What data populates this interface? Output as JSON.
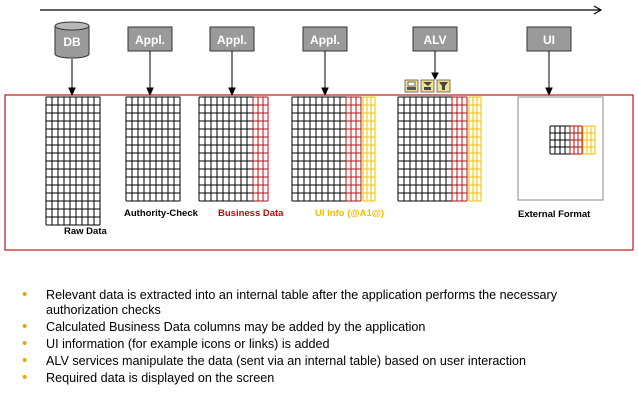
{
  "stages": [
    {
      "label": "DB",
      "shape": "database"
    },
    {
      "label": "Appl.",
      "shape": "box"
    },
    {
      "label": "Appl.",
      "shape": "box"
    },
    {
      "label": "Appl.",
      "shape": "box"
    },
    {
      "label": "ALV",
      "shape": "box"
    },
    {
      "label": "UI",
      "shape": "box"
    }
  ],
  "captions": [
    {
      "text": "Raw Data",
      "color": "#000000"
    },
    {
      "text": "Authority-Check",
      "color": "#000000"
    },
    {
      "text": "Business Data",
      "color": "#b01010"
    },
    {
      "text": "UI Info (@A1@)",
      "color": "#f0c000"
    },
    {
      "text": "External Format",
      "color": "#000000"
    }
  ],
  "bullets": [
    "Relevant data is extracted into an internal table after the application performs the necessary authorization checks",
    "Calculated Business Data columns may be added by the application",
    "UI information (for example icons or links) is added",
    "ALV services manipulate the data (sent via an internal table) based on user interaction",
    "Required data is displayed on the screen"
  ],
  "icons": [
    "print-icon",
    "sort-filter-icon",
    "filter-icon"
  ],
  "colors": {
    "stage_fill": "#9a9a9a",
    "frame": "#c0141c",
    "business": "#b01010",
    "ui_info": "#f0c000",
    "bullet": "#f5a000"
  }
}
